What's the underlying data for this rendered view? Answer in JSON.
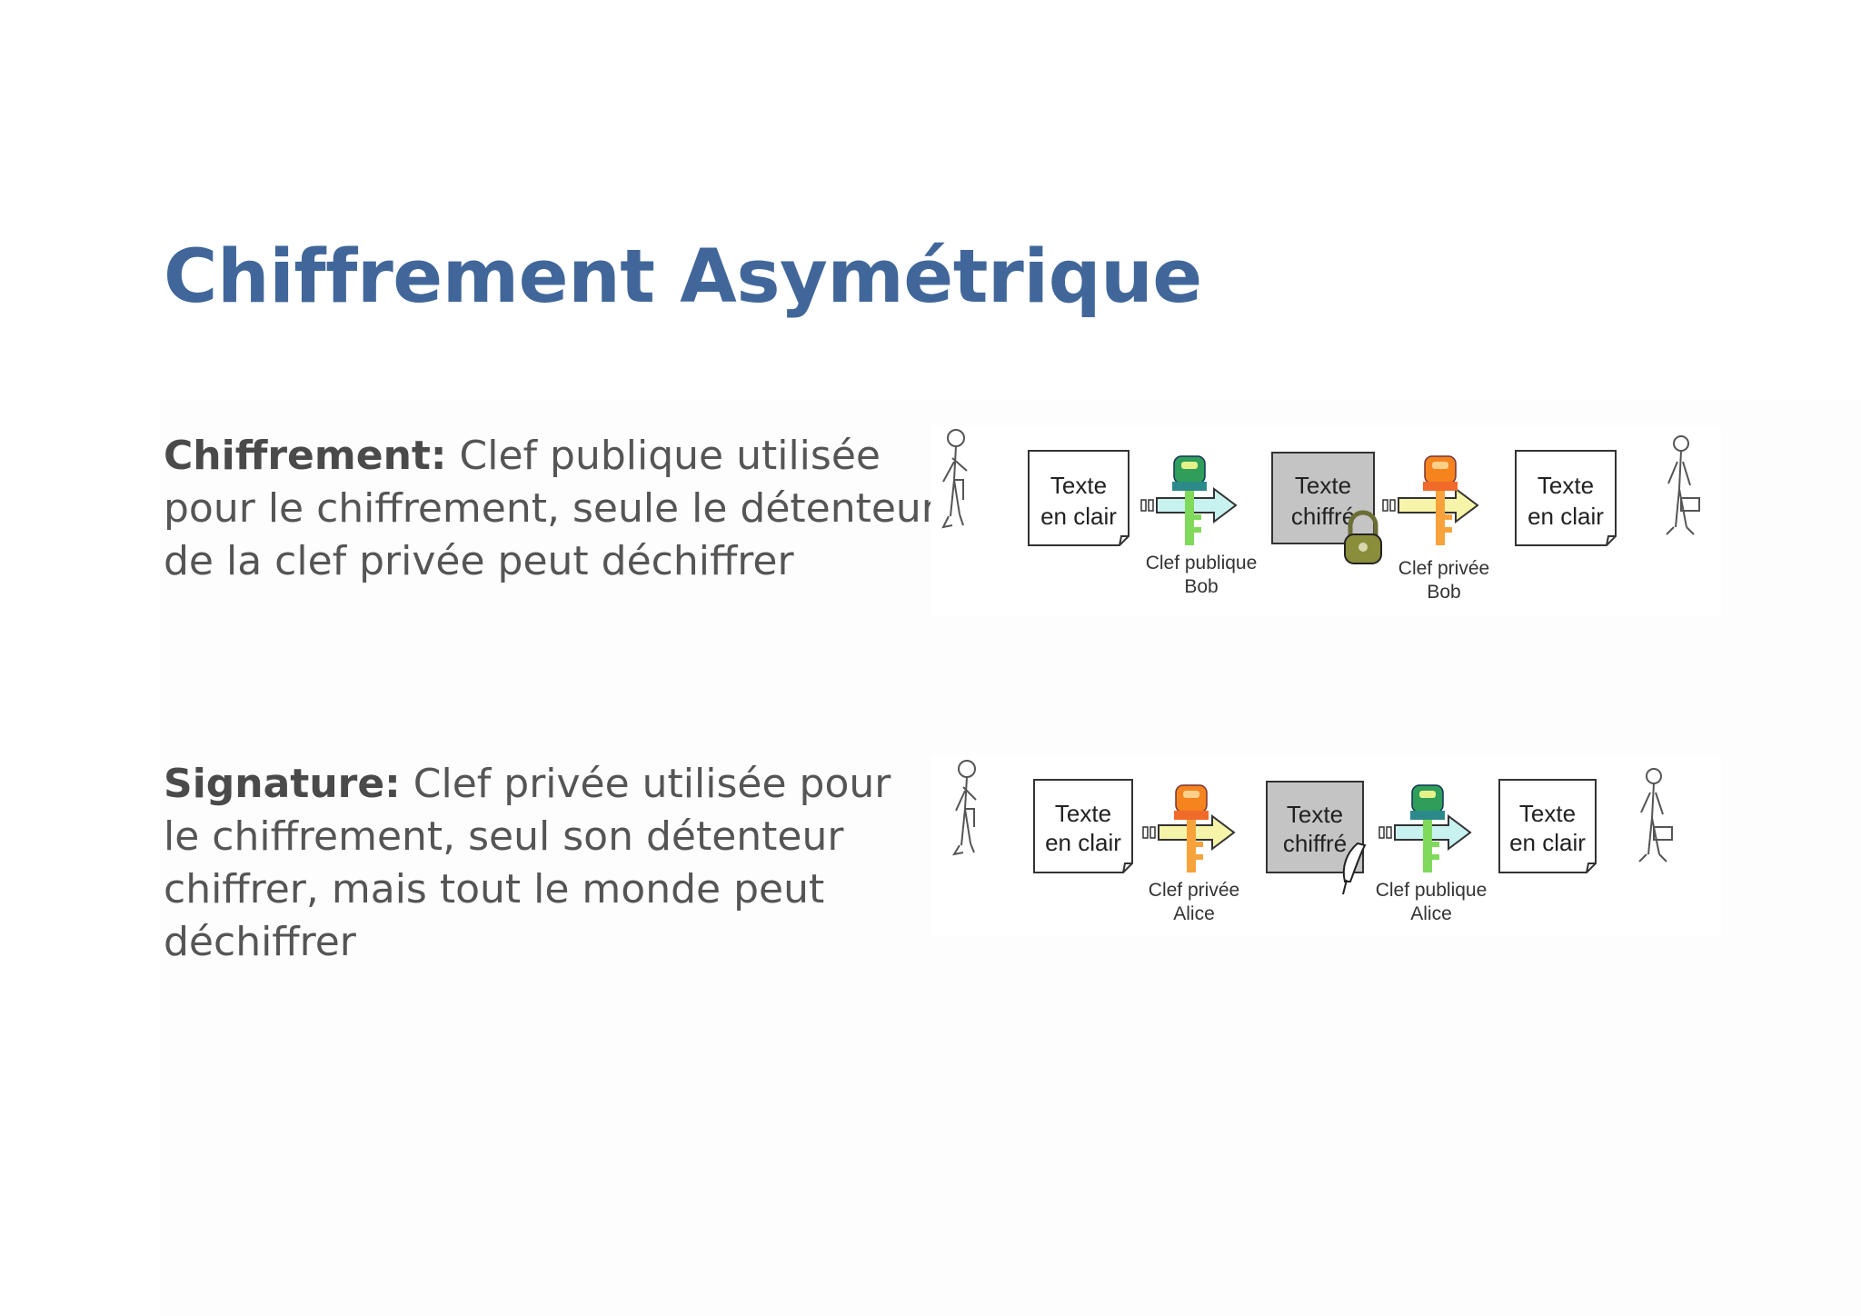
{
  "title": "Chiffrement Asymétrique",
  "encryption": {
    "lead": "Chiffrement:",
    "lines": [
      " Clef publique utilisée",
      "pour le chiffrement, seule le détenteur",
      "de la clef privée peut déchiffrer"
    ],
    "diagram": {
      "plain_left": [
        "Texte",
        "en clair"
      ],
      "cipher": [
        "Texte",
        "chiffré"
      ],
      "plain_right": [
        "Texte",
        "en clair"
      ],
      "key1": [
        "Clef publique",
        "Bob"
      ],
      "key2": [
        "Clef privée",
        "Bob"
      ],
      "key1_color": "#2e9e5a",
      "key2_color": "#f5841f",
      "cipher_marker": "lock-icon"
    }
  },
  "signature": {
    "lead": "Signature:",
    "lines": [
      " Clef privée utilisée pour",
      "le chiffrement, seul son détenteur",
      "chiffrer, mais tout le monde peut",
      "déchiffrer"
    ],
    "diagram": {
      "plain_left": [
        "Texte",
        "en clair"
      ],
      "cipher": [
        "Texte",
        "chiffré"
      ],
      "plain_right": [
        "Texte",
        "en clair"
      ],
      "key1": [
        "Clef privée",
        "Alice"
      ],
      "key2": [
        "Clef publique",
        "Alice"
      ],
      "key1_color": "#f5841f",
      "key2_color": "#2e9e5a",
      "cipher_marker": "quill-icon"
    }
  },
  "colors": {
    "title": "#41679a",
    "body_text": "#555555",
    "cipher_box": "#c4c4c4",
    "arrow_blue": "#c8f2f0",
    "arrow_yellow": "#f6f4a8"
  }
}
